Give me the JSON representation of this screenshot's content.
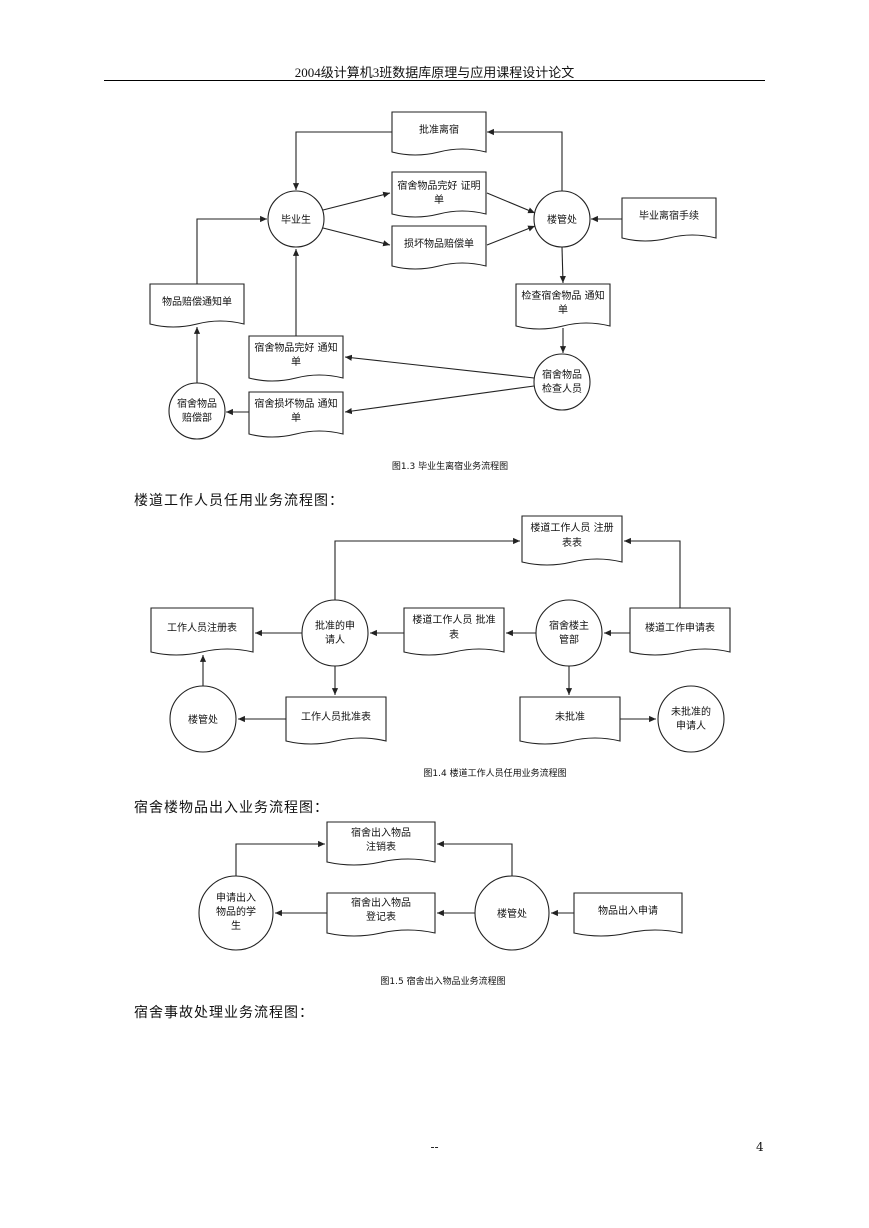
{
  "header": {
    "title": "2004级计算机3班数据库原理与应用课程设计论文"
  },
  "diagram1": {
    "caption": "图1.3 毕业生离宿业务流程图",
    "doc_approve": "批准离宿",
    "doc_intact_cert": [
      "宿舍物品完好 证明",
      "单"
    ],
    "doc_damage_comp": "损坏物品赔偿单",
    "doc_grad_procedure": "毕业离宿手续",
    "doc_check_notice": [
      "检查宿舍物品 通知",
      "单"
    ],
    "doc_comp_notice": "物品赔偿通知单",
    "doc_intact_notice": [
      "宿舍物品完好 通知",
      "单"
    ],
    "doc_damage_notice": [
      "宿舍损坏物品 通知",
      "单"
    ],
    "circ_graduate": "毕业生",
    "circ_building_office": "楼管处",
    "circ_inspector": [
      "宿舍物品",
      "检查人员"
    ],
    "circ_comp_dept": [
      "宿舍物品",
      "赔偿部"
    ]
  },
  "section2": {
    "title": "楼道工作人员任用业务流程图："
  },
  "diagram2": {
    "caption": "图1.4 楼道工作人员任用业务流程图",
    "doc_register": [
      "楼道工作人员 注册",
      "表表"
    ],
    "doc_staff_register": "工作人员注册表",
    "doc_approve_form": [
      "楼道工作人员 批准",
      "表"
    ],
    "doc_apply": "楼道工作申请表",
    "doc_staff_approve": "工作人员批准表",
    "doc_not_approved": "未批准",
    "circ_approved_applicant": [
      "批准的申",
      "请人"
    ],
    "circ_dorm_manager": [
      "宿舍楼主",
      "管部"
    ],
    "circ_building_office": "楼管处",
    "circ_unapproved": [
      "未批准的",
      "申请人"
    ]
  },
  "section3": {
    "title": "宿舍楼物品出入业务流程图："
  },
  "diagram3": {
    "caption": "图1.5 宿舍出入物品业务流程图",
    "doc_cancel": [
      "宿舍出入物品",
      "注销表"
    ],
    "doc_register": [
      "宿舍出入物品",
      "登记表"
    ],
    "doc_request": "物品出入申请",
    "circ_student": [
      "申请出入",
      "物品的学",
      "生"
    ],
    "circ_building_office": "楼管处"
  },
  "section4": {
    "title": "宿舍事故处理业务流程图："
  },
  "footer": {
    "center": "--",
    "page": "4"
  }
}
